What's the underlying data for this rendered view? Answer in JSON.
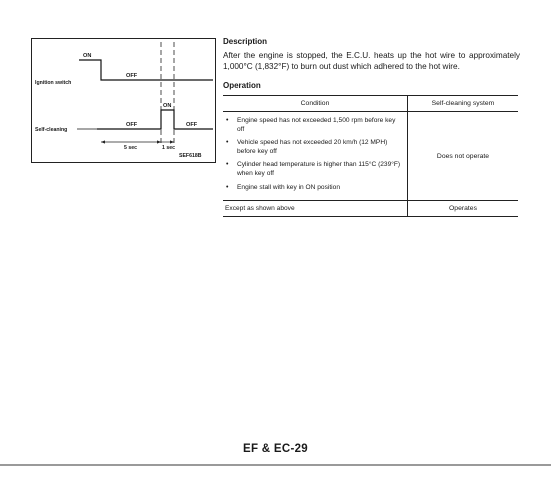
{
  "diagram": {
    "ignition_label": "Ignition switch",
    "self_cleaning_label": "Self-cleaning",
    "ign_on": "ON",
    "ign_off": "OFF",
    "sc_off_left": "OFF",
    "sc_on": "ON",
    "sc_off_right": "OFF",
    "dim_5sec": "5 sec",
    "dim_1sec": "1 sec",
    "figure_code": "SEF618B"
  },
  "description": {
    "heading": "Description",
    "text": "After the engine is stopped, the E.C.U. heats up the hot wire to approximately 1,000°C (1,832°F) to burn out dust which adhered to the hot wire."
  },
  "operation": {
    "heading": "Operation",
    "table": {
      "col_condition": "Condition",
      "col_system": "Self-cleaning system",
      "conditions": [
        "Engine speed has not exceeded 1,500 rpm before key off",
        "Vehicle speed has not exceeded 20 km/h (12 MPH) before key off",
        "Cylinder head temperature is higher than 115°C (239°F) when key off",
        "Engine stall with key in ON position"
      ],
      "bullet": "•",
      "result_conditions": "Does not operate",
      "except_label": "Except as shown above",
      "result_except": "Operates"
    }
  },
  "footer": {
    "page_label": "EF & EC-29"
  }
}
